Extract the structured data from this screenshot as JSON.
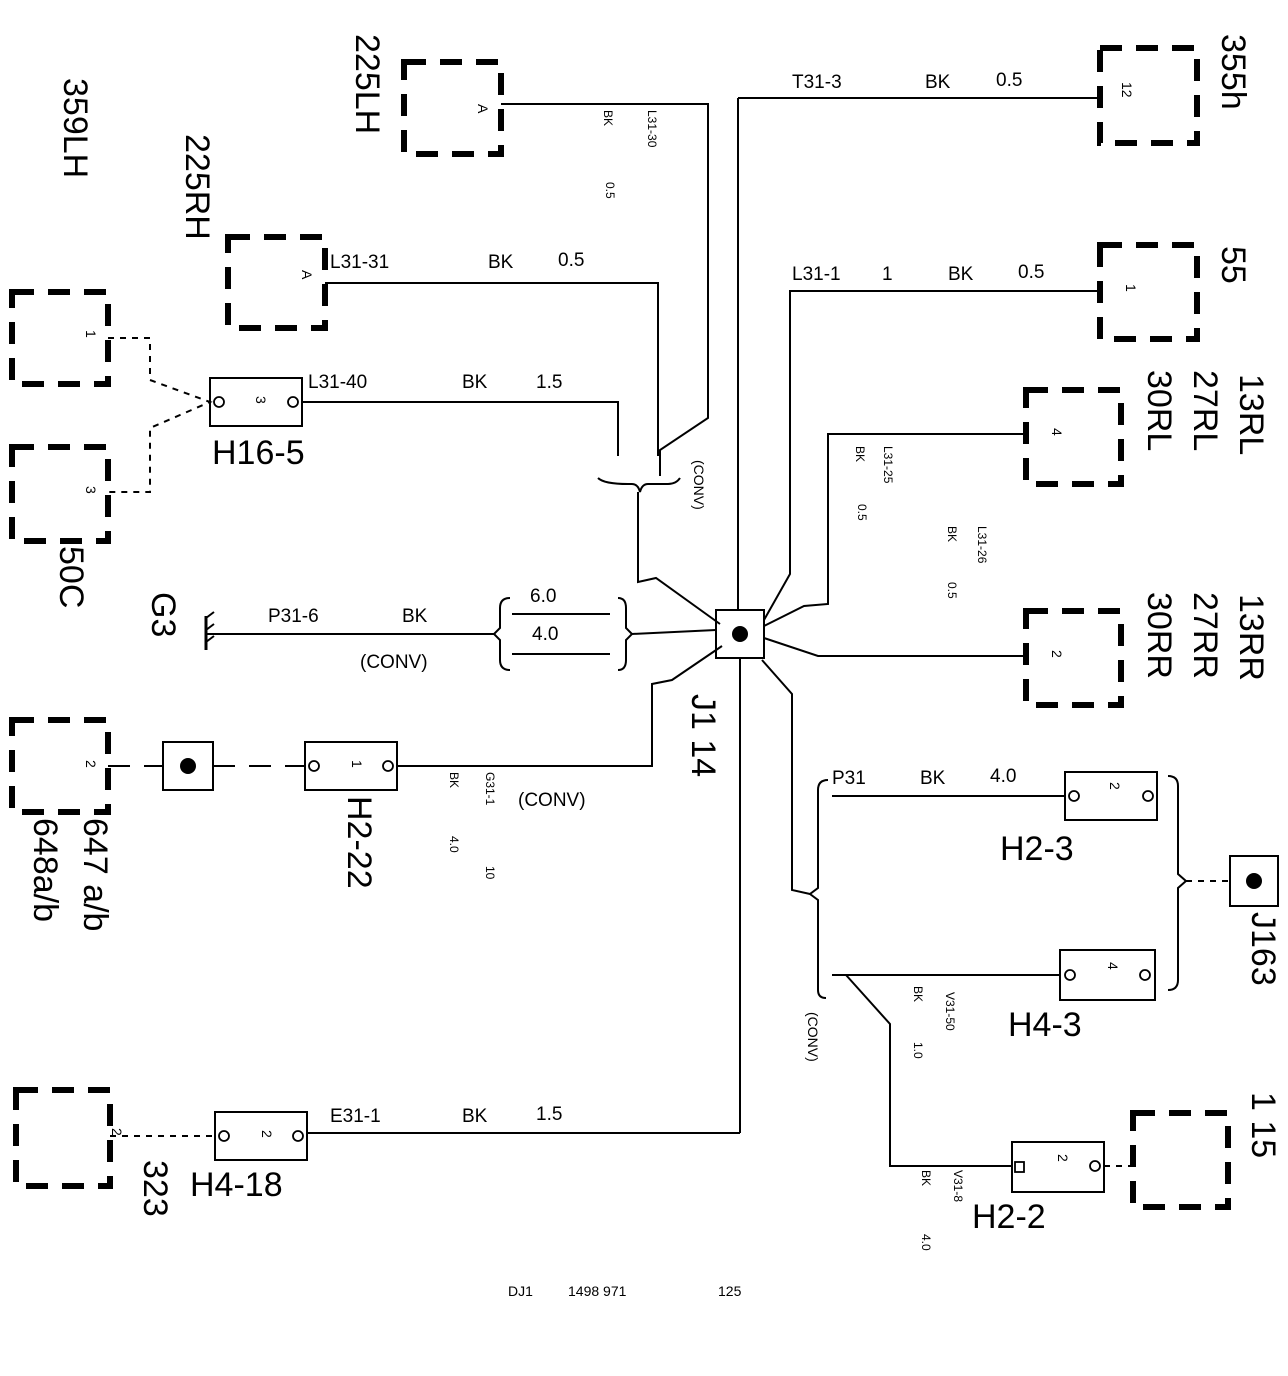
{
  "components": {
    "c359lh": "359LH",
    "c225lh": "225LH",
    "c225rh": "225RH",
    "c50c": "50C",
    "g3": "G3",
    "c647": "647 a/b",
    "c648": "648a/b",
    "h2_22": "H2-22",
    "j1_14": "J1 14",
    "h16_5": "H16-5",
    "h4_18": "H4-18",
    "c323": "323",
    "c355h": "355h",
    "c55": "55",
    "c13rl": "13RL",
    "c27rl": "27RL",
    "c30rl": "30RL",
    "c13rr": "13RR",
    "c27rr": "27RR",
    "c30rr": "30RR",
    "h2_3": "H2-3",
    "h4_3": "H4-3",
    "j163": "J163",
    "h2_2": "H2-2",
    "c115": "1 15"
  },
  "pins": {
    "a": "A",
    "n1": "1",
    "n2": "2",
    "n3": "3",
    "n4": "4",
    "n12": "12"
  },
  "wires": {
    "l31_30": "L31-30",
    "l31_31": "L31-31",
    "l31_40": "L31-40",
    "l31_1": "L31-1",
    "l31_25": "L31-25",
    "l31_26": "L31-26",
    "t31_3": "T31-3",
    "p31_6": "P31-6",
    "p31": "P31",
    "g31_1": "G31-1",
    "e31_1": "E31-1",
    "v31_50": "V31-50",
    "v31_8": "V31-8",
    "bk": "BK",
    "s05": "0.5",
    "s15": "1.5",
    "s40": "4.0",
    "s60": "6.0",
    "s10": "1.0",
    "one": "1",
    "ten": "10",
    "conv": "(CONV)"
  },
  "footer": {
    "code": "DJ1",
    "number": "1498 971",
    "page": "125"
  }
}
